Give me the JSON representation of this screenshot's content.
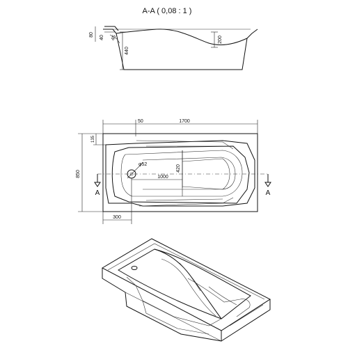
{
  "section_title": "A-A ( 0,08 : 1 )",
  "section_dims": {
    "d80": "80",
    "d40": "40",
    "d45": "45",
    "d440": "440",
    "d200": "200"
  },
  "plan_dims": {
    "d50": "50",
    "d1700": "1700",
    "d135": "135",
    "d850": "850",
    "d420": "420",
    "d1000": "1000",
    "d300": "300",
    "d52": "φ52"
  },
  "section_marks": {
    "left": "A",
    "right": "A"
  }
}
